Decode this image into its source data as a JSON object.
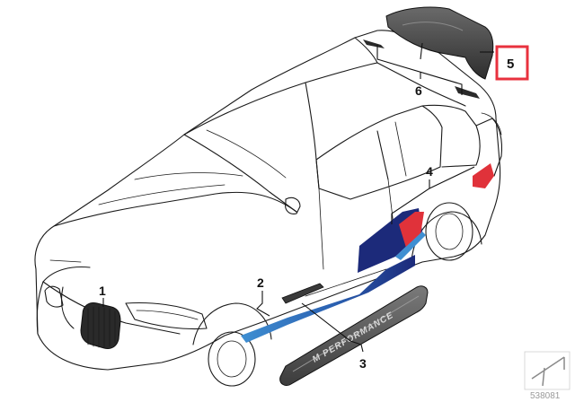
{
  "diagram": {
    "callouts": [
      {
        "id": "1",
        "label": "1"
      },
      {
        "id": "2",
        "label": "2"
      },
      {
        "id": "3",
        "label": "3"
      },
      {
        "id": "4",
        "label": "4"
      },
      {
        "id": "5",
        "label": "5",
        "highlighted": true
      },
      {
        "id": "6",
        "label": "6"
      }
    ],
    "sill_plate_text": "M PERFORMANCE",
    "diagram_number": "538081",
    "colors": {
      "highlight_border": "#e8313e",
      "stripe_dark_blue": "#1c2a7a",
      "stripe_light_blue": "#3f8fd2",
      "stripe_red": "#e0323a",
      "spoiler": "#3a3a3a",
      "sill_plate": "#505050",
      "line": "#1a1a1a"
    }
  }
}
